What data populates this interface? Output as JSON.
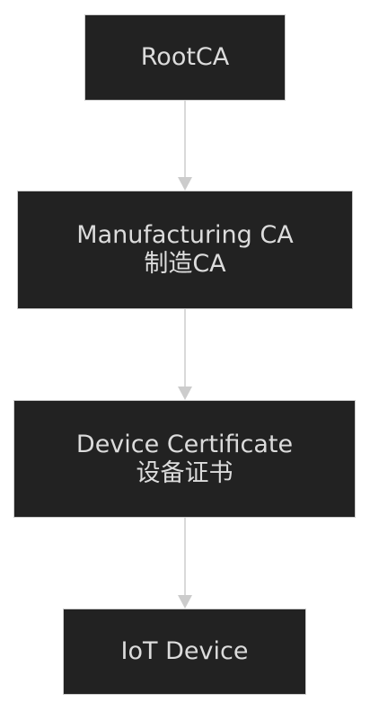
{
  "diagram": {
    "edge_color": "#cccccc",
    "node_fill": "#222222",
    "node_text_color": "#dcdcdc",
    "nodes": [
      {
        "id": "root",
        "lines": [
          "RootCA"
        ]
      },
      {
        "id": "mfg",
        "lines": [
          "Manufacturing CA",
          "制造CA"
        ]
      },
      {
        "id": "device_cert",
        "lines": [
          "Device Certificate",
          "设备证书"
        ]
      },
      {
        "id": "iot",
        "lines": [
          "IoT Device"
        ]
      }
    ],
    "edges": [
      {
        "from": "root",
        "to": "mfg"
      },
      {
        "from": "mfg",
        "to": "device_cert"
      },
      {
        "from": "device_cert",
        "to": "iot"
      }
    ]
  }
}
